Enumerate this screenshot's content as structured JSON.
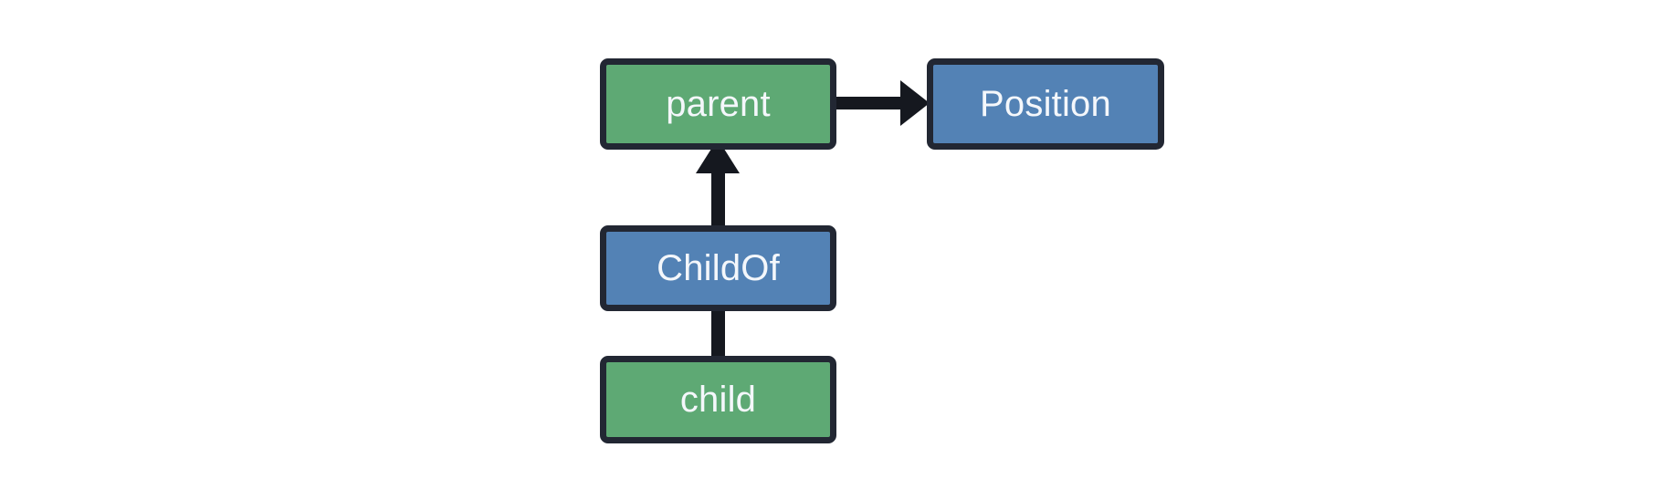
{
  "diagram": {
    "type": "entity-relationship-graph",
    "background_color": "#ffffff",
    "node_border_color": "#222733",
    "node_text_color": "#f4f7fb",
    "edge_color": "#15181f",
    "colors": {
      "entity_green": "#5EA974",
      "component_blue": "#5382B5"
    },
    "nodes": [
      {
        "id": "parent",
        "label": "parent",
        "kind": "entity",
        "fill": "#5EA974"
      },
      {
        "id": "position",
        "label": "Position",
        "kind": "component",
        "fill": "#5382B5"
      },
      {
        "id": "childof",
        "label": "ChildOf",
        "kind": "component",
        "fill": "#5382B5"
      },
      {
        "id": "child",
        "label": "child",
        "kind": "entity",
        "fill": "#5EA974"
      }
    ],
    "edges": [
      {
        "id": "parent-to-position",
        "from": "parent",
        "to": "position",
        "arrowhead": "end",
        "direction": "right"
      },
      {
        "id": "childof-to-parent",
        "from": "childof",
        "to": "parent",
        "arrowhead": "end",
        "direction": "up"
      },
      {
        "id": "child-to-childof",
        "from": "child",
        "to": "childof",
        "arrowhead": "none",
        "direction": "up"
      }
    ]
  }
}
